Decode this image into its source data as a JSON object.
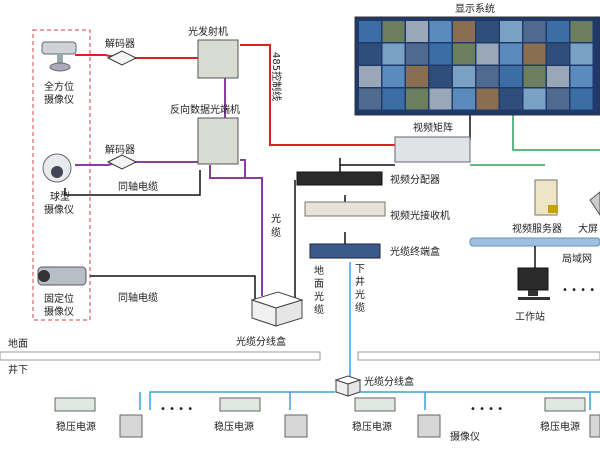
{
  "display_system": {
    "label": "显示系统"
  },
  "cameras": {
    "pan_tilt": "全方位摄像仪",
    "dome": "球型摄像仪",
    "fixed": "固定位摄像仪"
  },
  "decoder_1": "解码器",
  "decoder_2": "解码器",
  "optical_transmitter": "光发射机",
  "reverse_data_receiver": "反向数据光端机",
  "control_line_485": "485控制线",
  "coax_1": "同轴电缆",
  "coax_2": "同轴电缆",
  "fiber": "光缆",
  "video_matrix": "视频矩阵",
  "video_distributor": "视频分配器",
  "video_optical_receiver": "视频光接收机",
  "fiber_terminal_box": "光缆终端盒",
  "ground_fiber": "地面光缆",
  "down_shaft_fiber": "下井光缆",
  "fiber_splitter_top": "光缆分线盒",
  "fiber_splitter_under": "光缆分线盒",
  "ground": "地面",
  "underground": "井下",
  "video_server": "视频服务器",
  "big_screen": "大屏",
  "lan": "局域网",
  "workstation": "工作站",
  "ellipsis": "• • • •",
  "regulated_power": [
    "稳压电源",
    "稳压电源",
    "稳压电源",
    "稳压电源"
  ],
  "camera_under": "摄像仪",
  "colors": {
    "red_line": "#e02020",
    "purple_line": "#8a3fa0",
    "green_line": "#2ca05a",
    "blue_line": "#3aa0dc",
    "black_line": "#111111",
    "lan_bar": "#9fbfe0"
  }
}
